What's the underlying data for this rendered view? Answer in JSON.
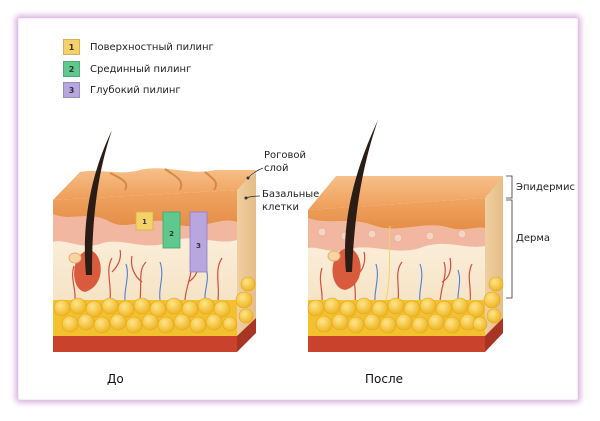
{
  "legend": [
    {
      "number": "1",
      "label": "Поверхностный пилинг",
      "color": "#f5d16a"
    },
    {
      "number": "2",
      "label": "Срединный пилинг",
      "color": "#5ec88d"
    },
    {
      "number": "3",
      "label": "Глубокий пилинг",
      "color": "#b8a6e0"
    }
  ],
  "labels": {
    "stratum_corneum": "Роговой\nслой",
    "basal_cells": "Базальные\nклетки",
    "epidermis": "Эпидермис",
    "dermis": "Дерма"
  },
  "captions": {
    "before": "До",
    "after": "После"
  },
  "colors": {
    "epidermis": "#f2a866",
    "dermis": "#f7e6c9",
    "fat": "#f5c431",
    "muscle": "#c9432c",
    "frame_glow": "#d9b7df"
  }
}
